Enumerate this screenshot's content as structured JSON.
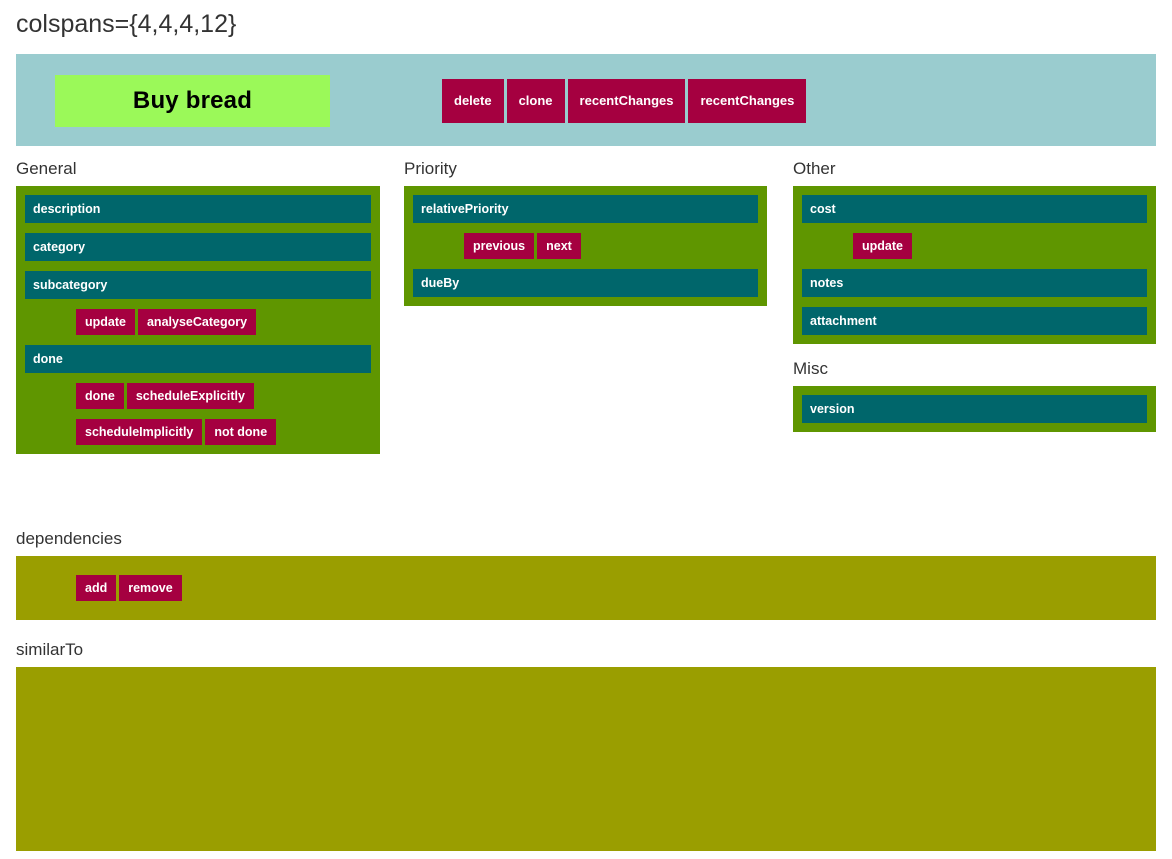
{
  "page": {
    "title": "colspans={4,4,4,12}"
  },
  "header": {
    "record_title": "Buy bread",
    "actions": [
      {
        "label": "delete",
        "name": "delete-button"
      },
      {
        "label": "clone",
        "name": "clone-button"
      },
      {
        "label": "recentChanges",
        "name": "recent-changes-button-1"
      },
      {
        "label": "recentChanges",
        "name": "recent-changes-button-2"
      }
    ]
  },
  "columns": {
    "general": {
      "label": "General",
      "fields": [
        {
          "label": "description"
        },
        {
          "label": "category"
        },
        {
          "label": "subcategory"
        },
        {
          "label": "done"
        }
      ],
      "category_actions": [
        {
          "label": "update"
        },
        {
          "label": "analyseCategory"
        }
      ],
      "done_actions_row1": [
        {
          "label": "done"
        },
        {
          "label": "scheduleExplicitly"
        }
      ],
      "done_actions_row2": [
        {
          "label": "scheduleImplicitly"
        },
        {
          "label": "not done"
        }
      ]
    },
    "priority": {
      "label": "Priority",
      "fields": [
        {
          "label": "relativePriority"
        },
        {
          "label": "dueBy"
        }
      ],
      "priority_actions": [
        {
          "label": "previous"
        },
        {
          "label": "next"
        }
      ]
    },
    "other": {
      "label": "Other",
      "fields": [
        {
          "label": "cost"
        },
        {
          "label": "notes"
        },
        {
          "label": "attachment"
        }
      ],
      "cost_actions": [
        {
          "label": "update"
        }
      ]
    },
    "misc": {
      "label": "Misc",
      "fields": [
        {
          "label": "version"
        }
      ]
    }
  },
  "wide_sections": {
    "dependencies": {
      "label": "dependencies",
      "actions": [
        {
          "label": "add"
        },
        {
          "label": "remove"
        }
      ]
    },
    "similar_to": {
      "label": "similarTo",
      "actions": []
    }
  },
  "colors": {
    "header_band": "#9acccf",
    "title_box": "#9bf959",
    "panel_green": "#5f9600",
    "panel_olive": "#9a9e00",
    "field_teal": "#00666b",
    "button_crimson": "#a50040",
    "text_dark": "#333333",
    "text_light": "#ffffff"
  }
}
